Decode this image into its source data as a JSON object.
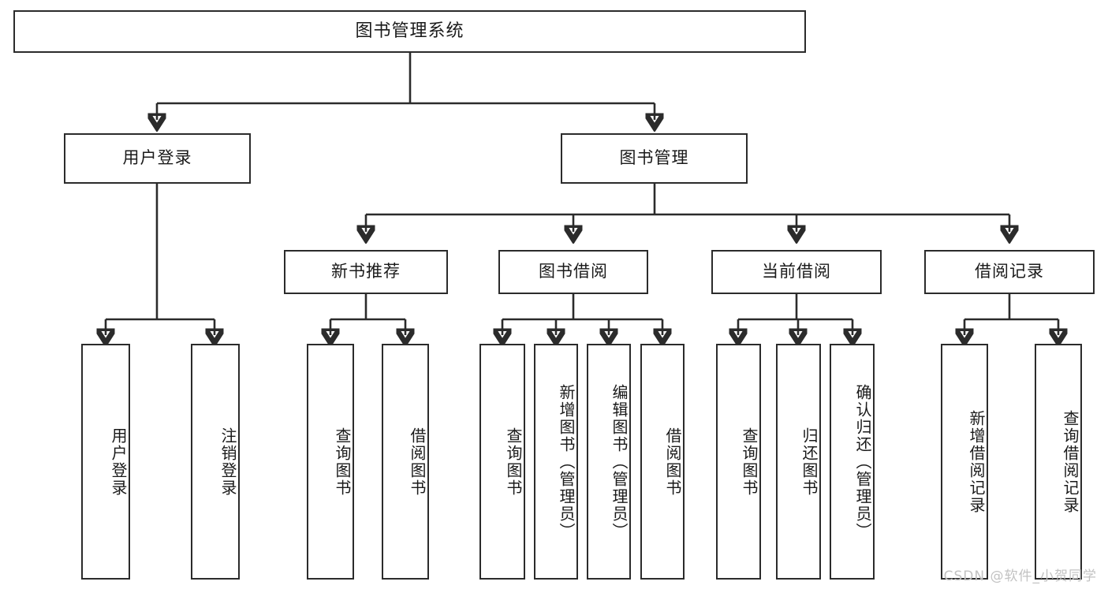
{
  "diagram": {
    "title": "图书管理系统",
    "type": "tree",
    "root": {
      "id": "root",
      "label": "图书管理系统"
    },
    "level2": [
      {
        "id": "login",
        "label": "用户登录"
      },
      {
        "id": "bookmgmt",
        "label": "图书管理"
      }
    ],
    "level3": [
      {
        "id": "newbook",
        "label": "新书推荐",
        "parent": "bookmgmt"
      },
      {
        "id": "borrow",
        "label": "图书借阅",
        "parent": "bookmgmt"
      },
      {
        "id": "current",
        "label": "当前借阅",
        "parent": "bookmgmt"
      },
      {
        "id": "record",
        "label": "借阅记录",
        "parent": "bookmgmt"
      }
    ],
    "leaves": [
      {
        "id": "leaf-login-1",
        "label": "用户登录",
        "parent": "login"
      },
      {
        "id": "leaf-login-2",
        "label": "注销登录",
        "parent": "login"
      },
      {
        "id": "leaf-newbook-1",
        "label": "查询图书",
        "parent": "newbook"
      },
      {
        "id": "leaf-newbook-2",
        "label": "借阅图书",
        "parent": "newbook"
      },
      {
        "id": "leaf-borrow-1",
        "label": "查询图书",
        "parent": "borrow"
      },
      {
        "id": "leaf-borrow-2",
        "label": "新增图书（管理员）",
        "parent": "borrow"
      },
      {
        "id": "leaf-borrow-3",
        "label": "编辑图书（管理员）",
        "parent": "borrow"
      },
      {
        "id": "leaf-borrow-4",
        "label": "借阅图书",
        "parent": "borrow"
      },
      {
        "id": "leaf-current-1",
        "label": "查询图书",
        "parent": "current"
      },
      {
        "id": "leaf-current-2",
        "label": "归还图书",
        "parent": "current"
      },
      {
        "id": "leaf-current-3",
        "label": "确认归还（管理员）",
        "parent": "current"
      },
      {
        "id": "leaf-record-1",
        "label": "新增借阅记录",
        "parent": "record"
      },
      {
        "id": "leaf-record-2",
        "label": "查询借阅记录",
        "parent": "record"
      }
    ],
    "colors": {
      "box_border": "#2b2b2b",
      "box_fill": "#ffffff",
      "connector": "#2b2b2b",
      "text": "#1a1a1a",
      "watermark": "#c2c2c2"
    }
  },
  "watermark": {
    "text": "CSDN @软件_小贺同学"
  }
}
